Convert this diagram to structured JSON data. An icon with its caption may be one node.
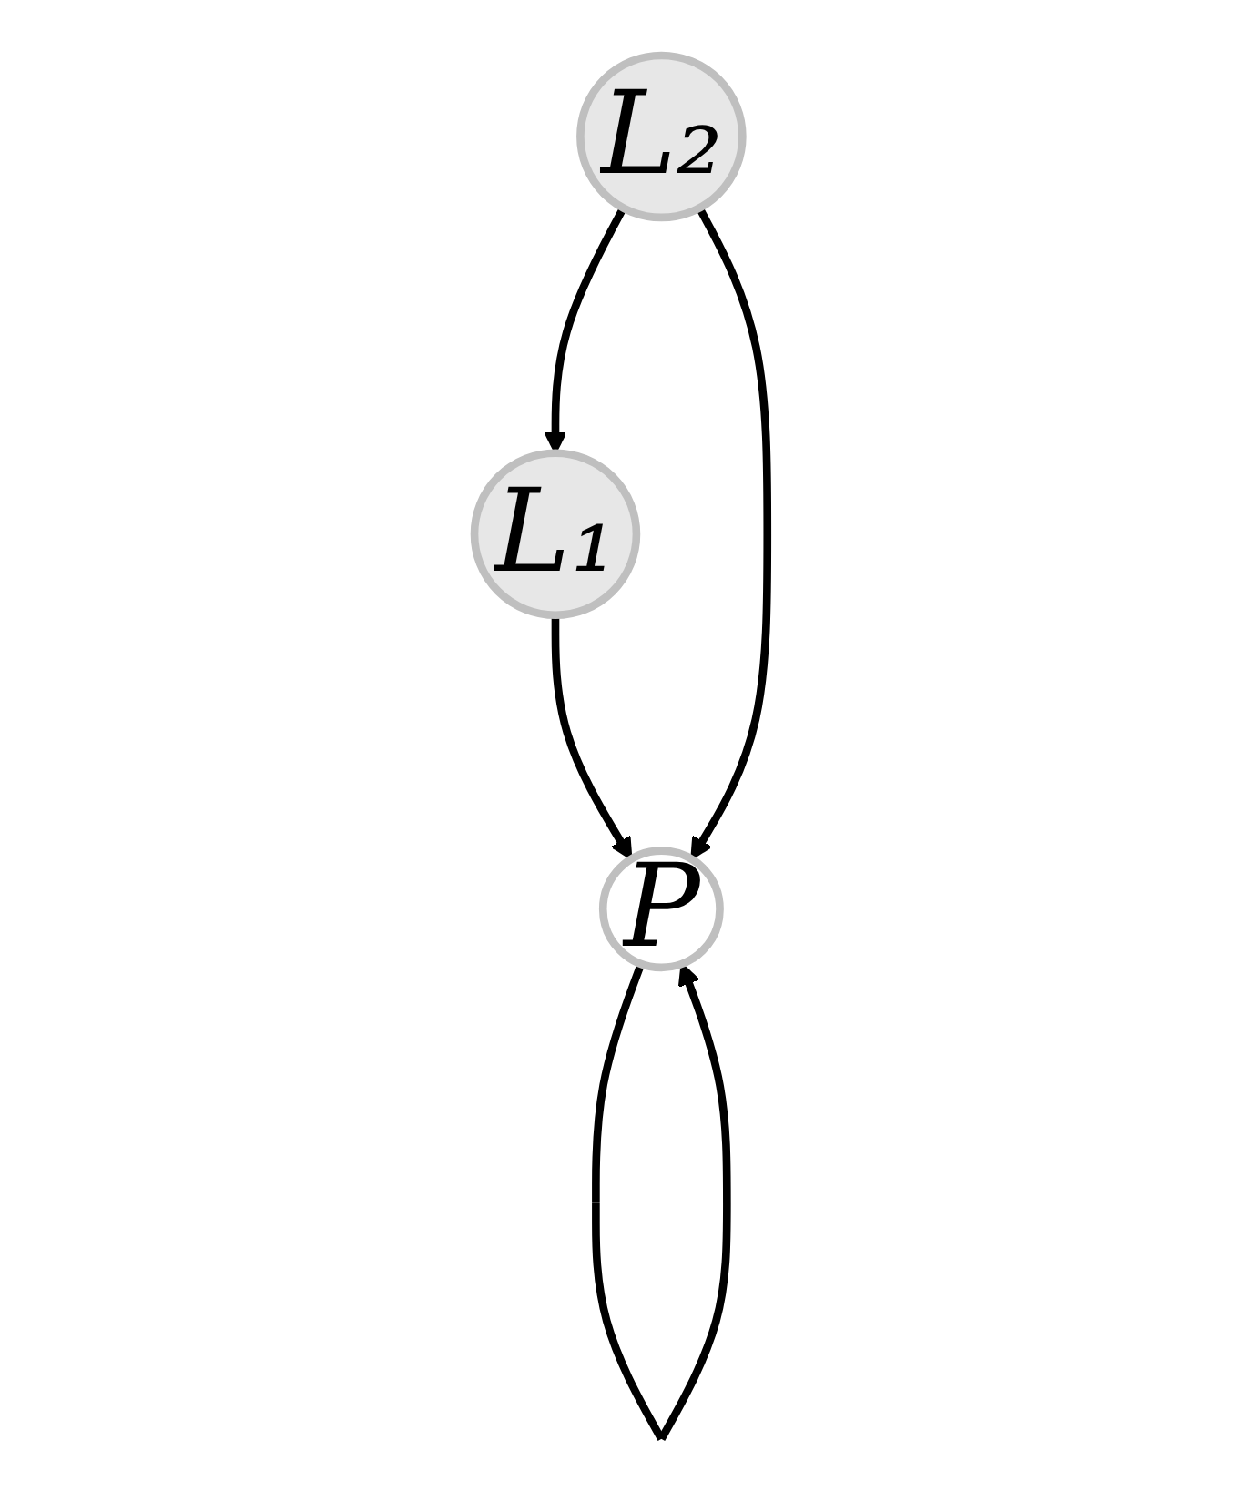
{
  "diagram": {
    "nodes": [
      {
        "text": [
          "L₁"
        ]
      },
      {
        "text": [
          "L₂"
        ]
      },
      {
        "text": [
          "P"
        ]
      }
    ],
    "edges": [
      {
        "from": 1,
        "to": 0,
        "arrow": "to"
      },
      {
        "from": 0,
        "to": 2,
        "arrow": "to"
      },
      {
        "from": 1,
        "to": 2,
        "arrow": "to"
      },
      {
        "from": 2,
        "to": 2,
        "arrow": "to"
      }
    ]
  }
}
